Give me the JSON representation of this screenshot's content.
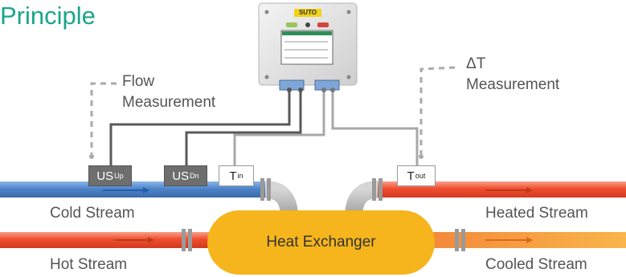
{
  "title": "Principle",
  "labels": {
    "flow_line1": "Flow",
    "flow_line2": "Measurement",
    "dt_line1": "ΔT",
    "dt_line2": "Measurement",
    "cold_stream": "Cold Stream",
    "hot_stream": "Hot Stream",
    "heated_stream": "Heated Stream",
    "cooled_stream": "Cooled Stream",
    "heat_exchanger": "Heat Exchanger"
  },
  "sensors": {
    "us_up": {
      "main": "US",
      "sub": "Up"
    },
    "us_dn": {
      "main": "US",
      "sub": "Dn"
    },
    "t_in": {
      "main": "T",
      "sub": "in"
    },
    "t_out": {
      "main": "T",
      "sub": "out"
    }
  },
  "device": {
    "logo": "SUTO"
  },
  "colors": {
    "title": "#1aa58a",
    "cold_pipe": "#4f84c9",
    "hot_pipe": "#ef4e2f",
    "exchanger": "#f6b51c",
    "cable_dark": "#555555",
    "cable_light": "#a8a8a8"
  }
}
